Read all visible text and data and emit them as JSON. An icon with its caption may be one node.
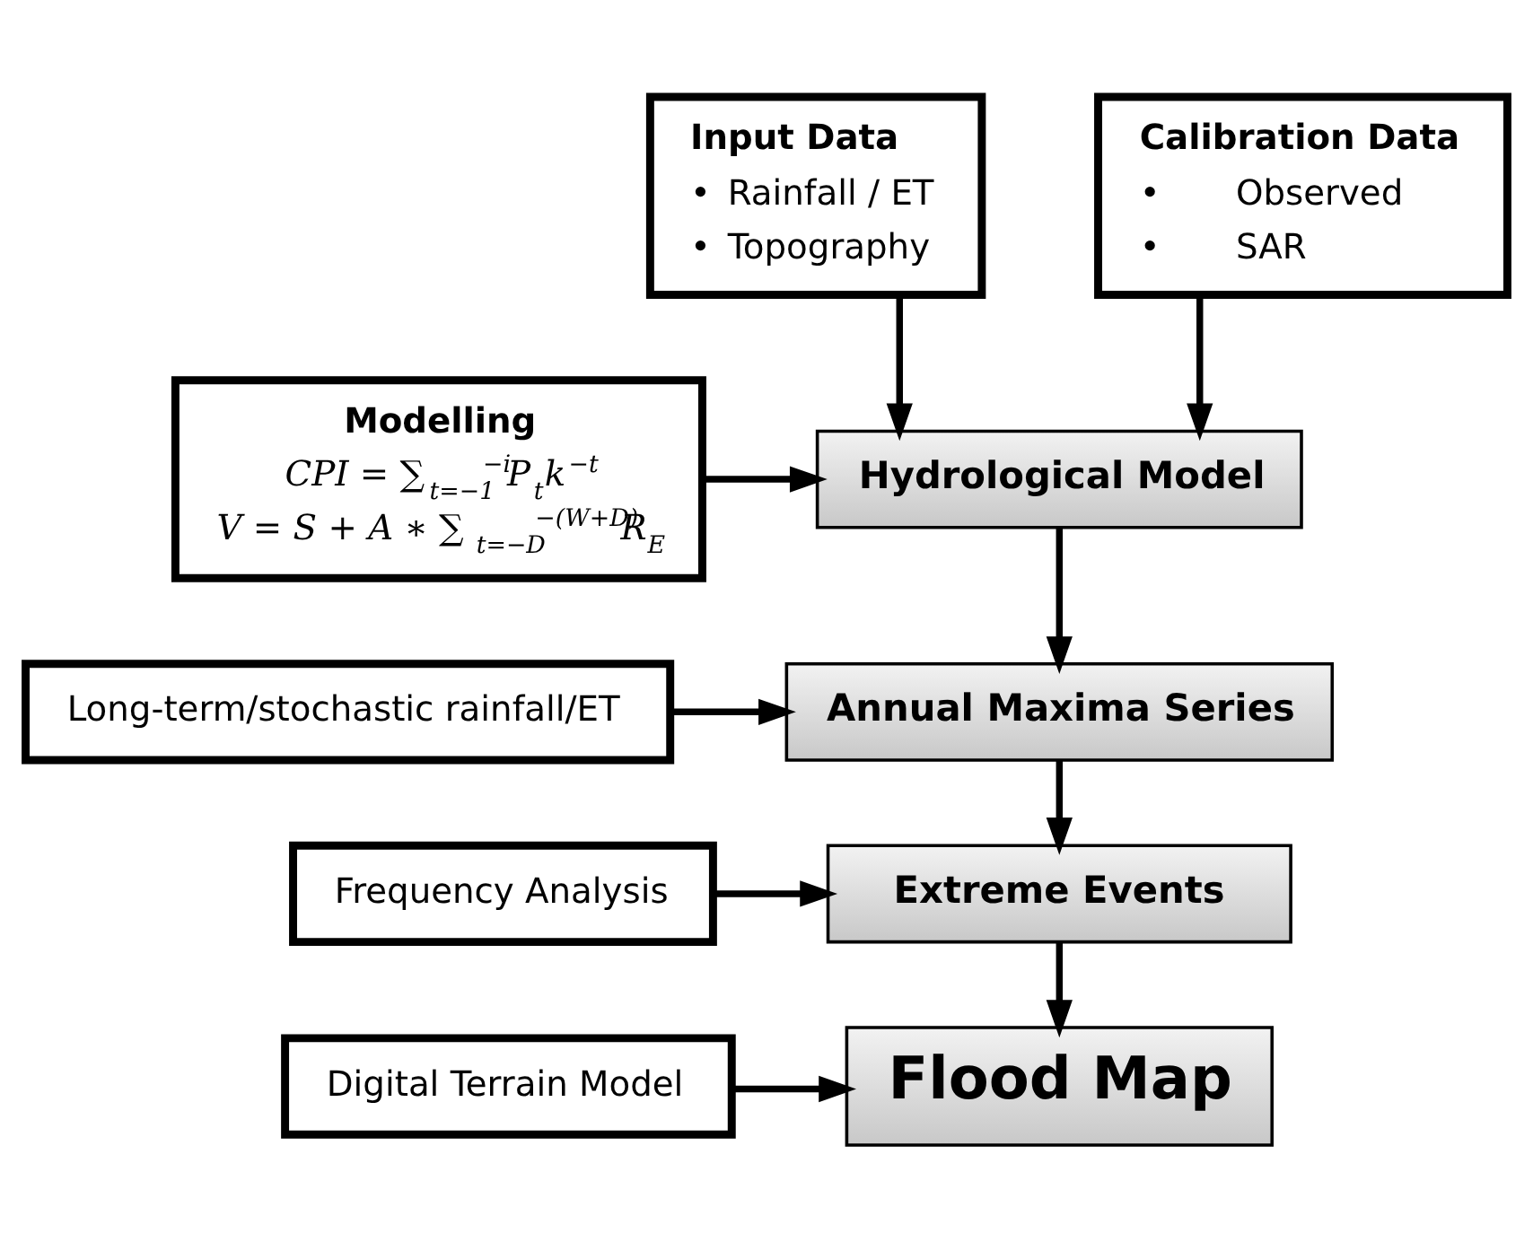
{
  "diagram": {
    "nodes": [
      {
        "text": [
          "Input Data",
          "•",
          "Rainfall / ET",
          "•",
          "Topography"
        ]
      },
      {
        "text": [
          "Calibration Data",
          "•",
          "Observed",
          "•",
          "SAR"
        ]
      },
      {
        "text": [
          "Hydrological Model"
        ]
      },
      {
        "text": [
          "Modelling",
          "CPI = ∑$_{t=−1}$$^{−i}$P$_{t}$k$^{−t}$",
          "V = S + A ∗ ∑$_{t=−D}$$^{−(W+D)}$R$_{E}$"
        ]
      },
      {
        "text": [
          "Long-term/stochastic rainfall/ET"
        ]
      },
      {
        "text": [
          "Annual Maxima Series"
        ]
      },
      {
        "text": [
          "Frequency Analysis"
        ]
      },
      {
        "text": [
          "Extreme Events"
        ]
      },
      {
        "text": [
          "Digital Terrain Model"
        ]
      },
      {
        "text": [
          "Flood Map"
        ]
      }
    ],
    "edges": [
      {
        "from": 0,
        "to": 2,
        "arrow": "to"
      },
      {
        "from": 1,
        "to": 2,
        "arrow": "to"
      },
      {
        "from": 3,
        "to": 2,
        "arrow": "to"
      },
      {
        "from": 2,
        "to": 5,
        "arrow": "to"
      },
      {
        "from": 4,
        "to": 5,
        "arrow": "to"
      },
      {
        "from": 5,
        "to": 7,
        "arrow": "to"
      },
      {
        "from": 6,
        "to": 7,
        "arrow": "to"
      },
      {
        "from": 7,
        "to": 9,
        "arrow": "to"
      },
      {
        "from": 8,
        "to": 9,
        "arrow": "to"
      }
    ]
  }
}
